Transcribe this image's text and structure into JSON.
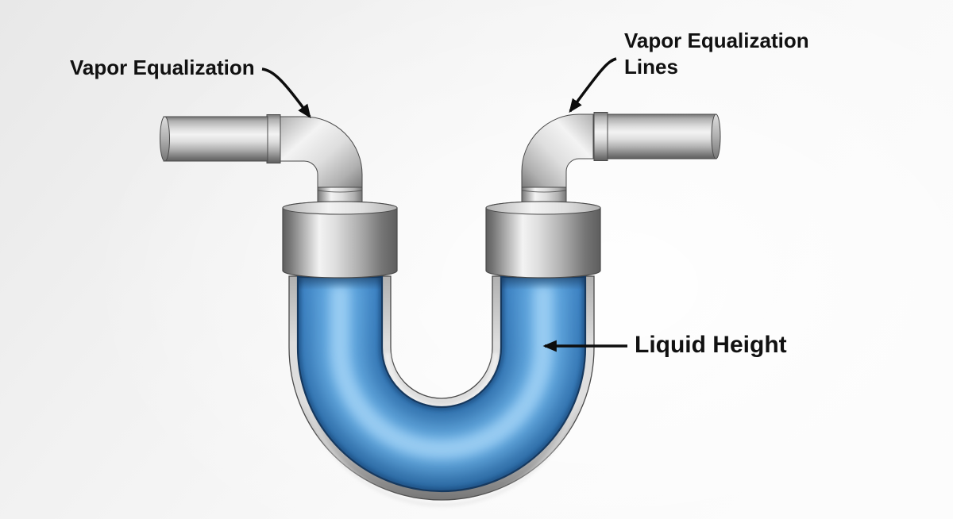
{
  "title": "Vapor equalization U-tube diagram",
  "labels": {
    "vapor_left": "Vapor Equalization",
    "vapor_right": "Vapor Equalization\nLines",
    "liquid_height": "Liquid Height"
  },
  "colors": {
    "background_top_left": "#e8e8e8",
    "background_bottom_right": "#fcfcfc",
    "metal_bright": "#f3f3f3",
    "metal_light": "#dedede",
    "metal_mid": "#b0b0b0",
    "metal_dark": "#757575",
    "metal_shadow": "#5e5e5e",
    "outline": "#4a4a4a",
    "liquid_light": "#3b80c1",
    "liquid_base": "#29669f",
    "liquid_highlight": "#6fb5e9",
    "liquid_glare": "#a8d6f7",
    "liquid_edge_dark": "#1d4d80",
    "liquid_outline": "#16395f",
    "arrow": "#0d0d0d",
    "label_text": "#111111"
  }
}
